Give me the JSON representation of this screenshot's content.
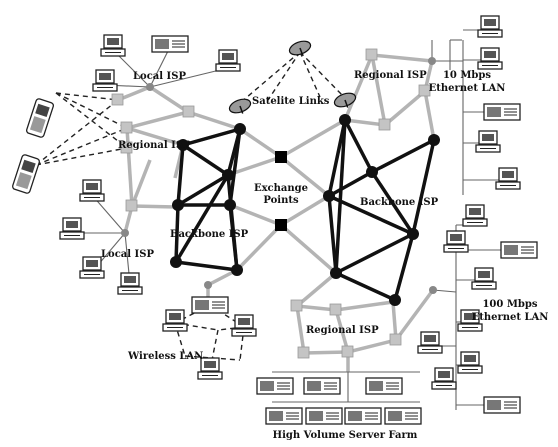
{
  "labels": {
    "local_isp_top": "Local ISP",
    "regional_isp_left": "Regional ISP",
    "satelite_links": "Satelite Links",
    "regional_isp_top_right": "Regional ISP",
    "ethernet_10_line1": "10 Mbps",
    "ethernet_10_line2": "Ethernet LAN",
    "exchange_points_line1": "Exchange",
    "exchange_points_line2": "Points",
    "backbone_isp_right": "Backbone ISP",
    "backbone_isp_left": "Backbone ISP",
    "local_isp_bottom": "Local ISP",
    "ethernet_100_line1": "100 Mbps",
    "ethernet_100_line2": "Ethernet LAN",
    "regional_isp_bottom": "Regional ISP",
    "wireless_lan": "Wireless LAN",
    "server_farm": "High Volume Server Farm"
  },
  "colors": {
    "backbone_link": "#111111",
    "regional_link": "#b4b4b4",
    "router_box": "#c4c4c4",
    "device_fill": "#ffffff",
    "device_stroke": "#222222"
  }
}
